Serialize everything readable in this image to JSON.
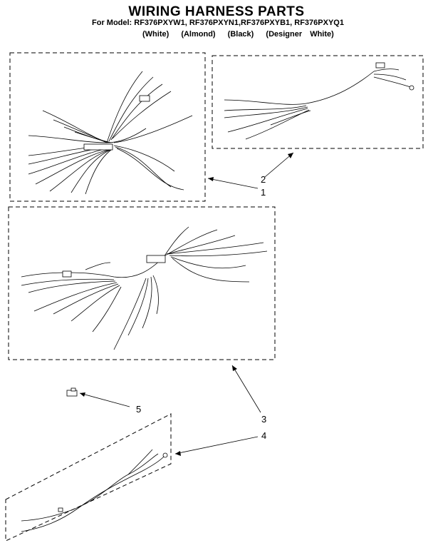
{
  "header": {
    "title": "WIRING HARNESS PARTS",
    "models": "For Model: RF376PXYW1, RF376PXYN1,RF376PXYB1, RF376PXYQ1",
    "colors": [
      "(White)",
      "(Almond)",
      "(Black)",
      "(Designer White)"
    ]
  },
  "callouts": {
    "c1": "1",
    "c2": "2",
    "c3": "3",
    "c4": "4",
    "c5": "5"
  }
}
